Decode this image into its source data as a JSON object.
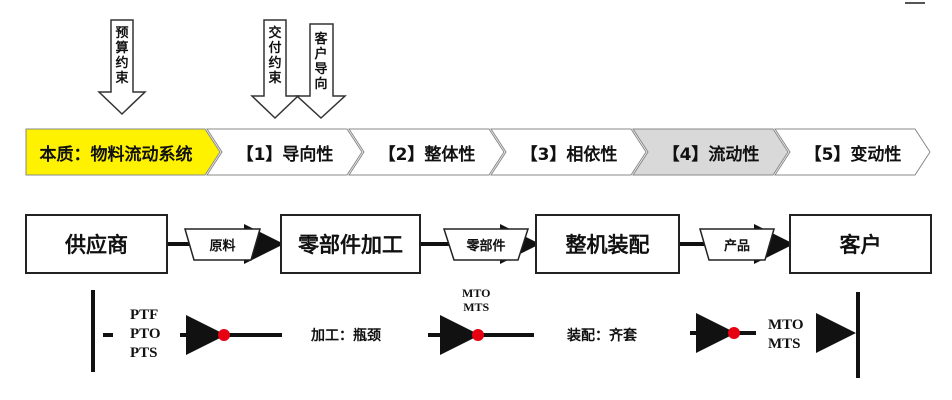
{
  "constraints": [
    {
      "text": "预算约束"
    },
    {
      "text": "交付约束"
    },
    {
      "text": "客户导向"
    }
  ],
  "chevrons": [
    {
      "label": "本质：物料流动系统",
      "fill": "#FFF200"
    },
    {
      "label": "【1】导向性",
      "fill": "#FFFFFF"
    },
    {
      "label": "【2】整体性",
      "fill": "#FFFFFF"
    },
    {
      "label": "【3】相依性",
      "fill": "#FFFFFF"
    },
    {
      "label": "【4】流动性",
      "fill": "#D9D9D9"
    },
    {
      "label": "【5】变动性",
      "fill": "#FFFFFF"
    }
  ],
  "flow": {
    "nodes": [
      "供应商",
      "零部件加工",
      "整机装配",
      "客户"
    ],
    "materials": [
      "原料",
      "零部件",
      "产品"
    ]
  },
  "strategy": {
    "start_lines": [
      "PTF",
      "PTO",
      "PTS"
    ],
    "mid_lines": [
      "MTO",
      "MTS"
    ],
    "end_lines": [
      "MTO",
      "MTS"
    ],
    "seg1_label": "加工：瓶颈",
    "seg2_label": "装配：齐套",
    "marker_color": "#E60012"
  }
}
